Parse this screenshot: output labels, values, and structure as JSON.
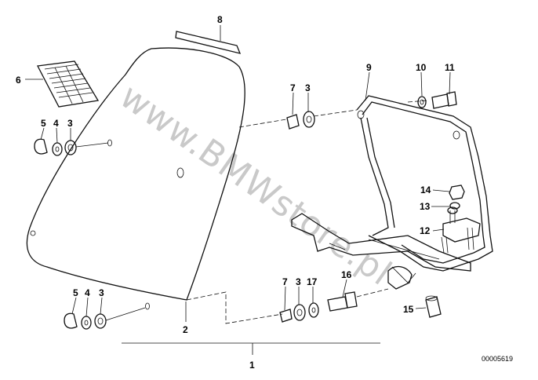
{
  "diagram": {
    "callouts": {
      "c1": "1",
      "c2": "2",
      "c3a": "3",
      "c3b": "3",
      "c3c": "3",
      "c3d": "3",
      "c4a": "4",
      "c4b": "4",
      "c5a": "5",
      "c5b": "5",
      "c6": "6",
      "c7a": "7",
      "c7b": "7",
      "c8": "8",
      "c9": "9",
      "c10": "10",
      "c11": "11",
      "c12": "12",
      "c13": "13",
      "c14": "14",
      "c15": "15",
      "c16": "16",
      "c17": "17"
    },
    "drawing_number": "00005619",
    "watermark": "www.BMWstore.pl"
  }
}
